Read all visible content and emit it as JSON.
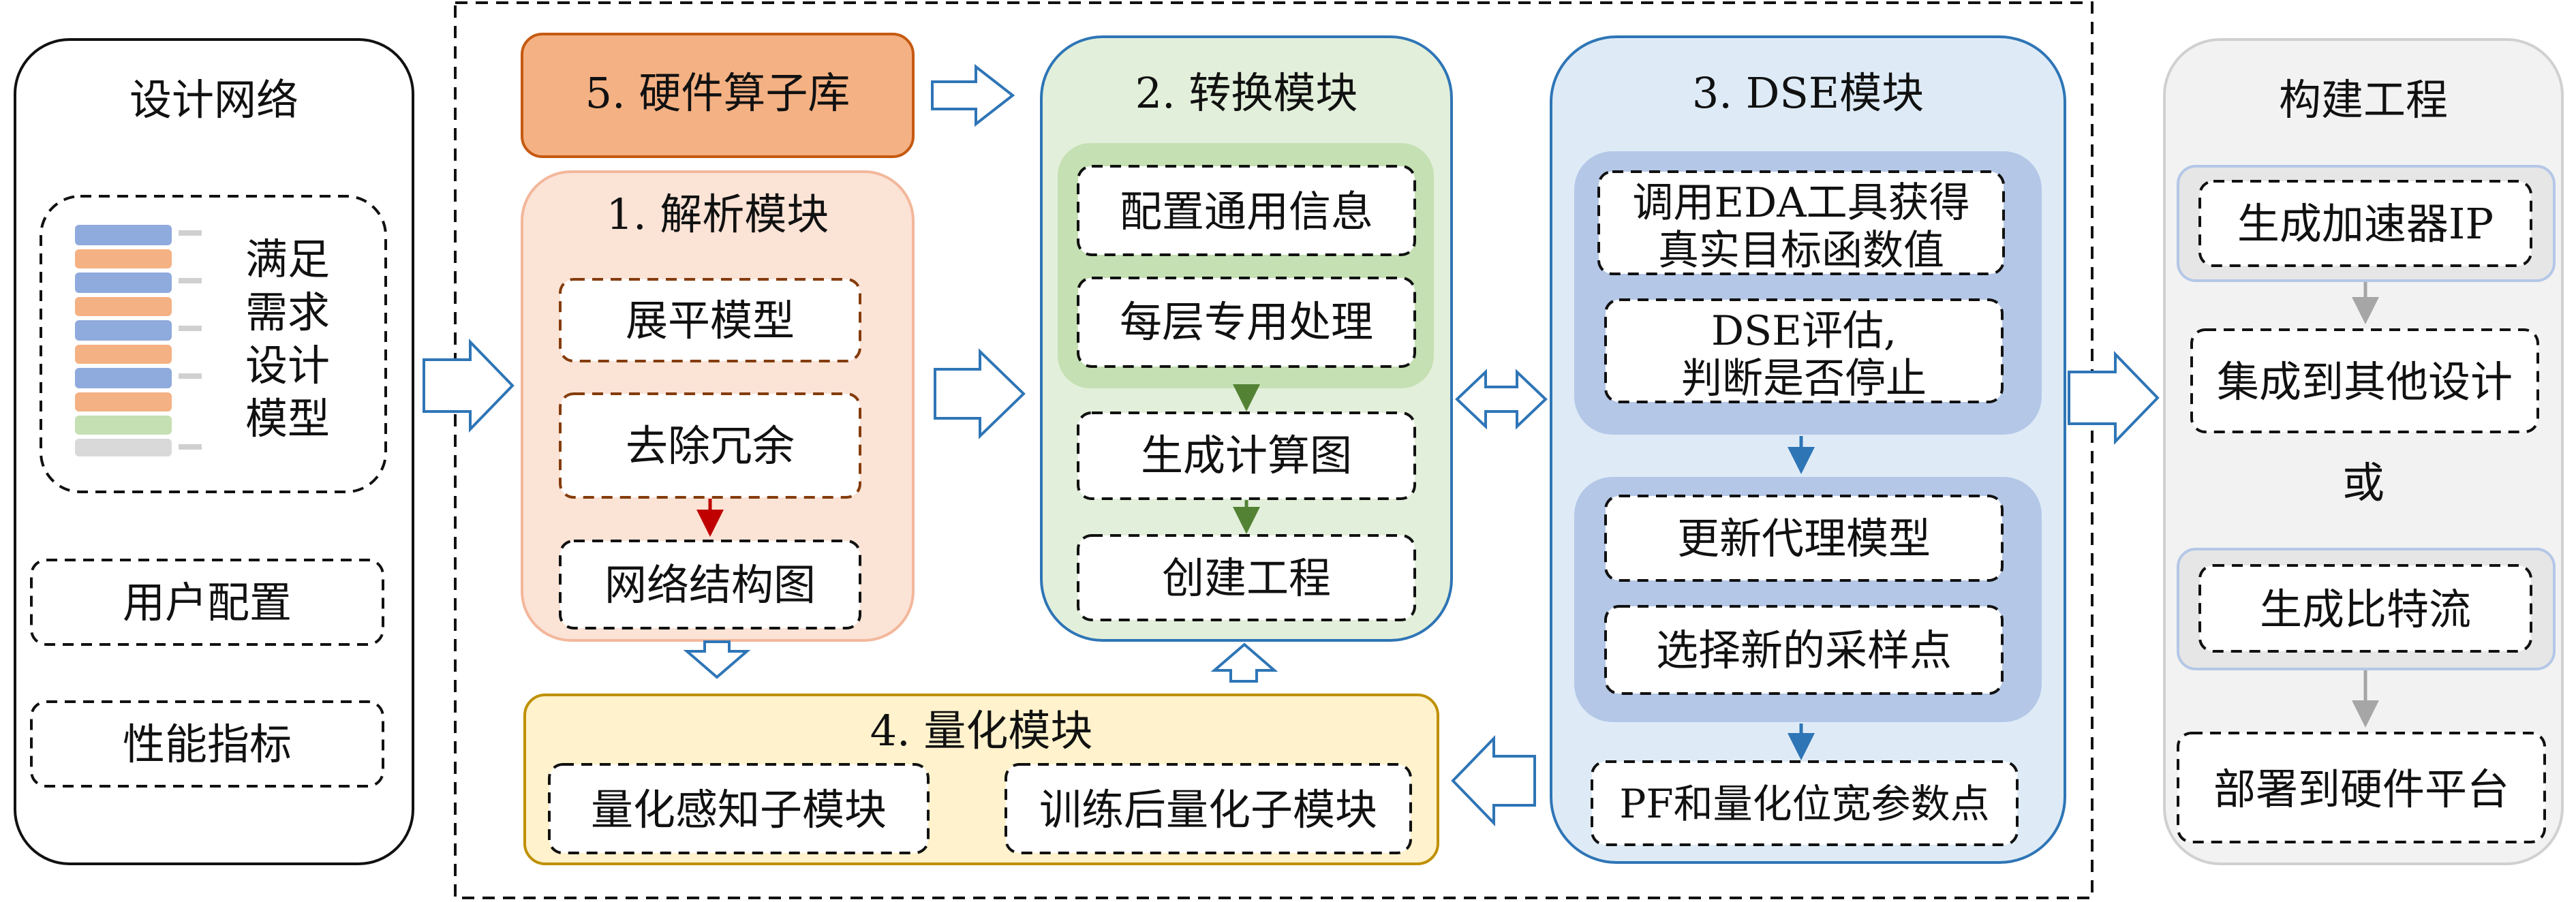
{
  "left_panel": {
    "title": "设计网络",
    "model_lines": [
      "满足",
      "需求",
      "设计",
      "模型"
    ],
    "user_config": "用户配置",
    "perf_metrics": "性能指标"
  },
  "hw_library": {
    "label": "5. 硬件算子库"
  },
  "parse_module": {
    "title": "1. 解析模块",
    "steps": [
      "展平模型",
      "去除冗余",
      "网络结构图"
    ]
  },
  "convert_module": {
    "title": "2. 转换模块",
    "steps": [
      "配置通用信息",
      "每层专用处理",
      "生成计算图",
      "创建工程"
    ]
  },
  "dse_module": {
    "title": "3. DSE模块",
    "eval_lines": [
      "调用EDA工具获得",
      "真实目标函数值"
    ],
    "judge_lines": [
      "DSE评估,",
      "判断是否停止"
    ],
    "update": "更新代理模型",
    "select": "选择新的采样点",
    "result": "PF和量化位宽参数点"
  },
  "quant_module": {
    "title": "4. 量化模块",
    "qat": "量化感知子模块",
    "ptq": "训练后量化子模块"
  },
  "build_panel": {
    "title": "构建工程",
    "gen_ip": "生成加速器IP",
    "integrate": "集成到其他设计",
    "or_label": "或",
    "gen_bitstream": "生成比特流",
    "deploy": "部署到硬件平台"
  },
  "colors": {
    "parse_fill": "#fbe3d6",
    "parse_stroke": "#f3b79b",
    "hw_fill": "#f4b183",
    "hw_stroke": "#c55a11",
    "convert_fill": "#e2efda",
    "convert_inner": "#c5e0b3",
    "convert_stroke": "#2e75b6",
    "dse_fill": "#deebf7",
    "dse_inner": "#b4c7e7",
    "dse_stroke": "#2e75b6",
    "quant_fill": "#fff2cc",
    "quant_stroke": "#bf9000",
    "build_fill": "#f2f2f2",
    "build_inner": "#e7e6e6",
    "arrow_blue": "#2e75b6",
    "arrow_red": "#c00000",
    "arrow_green": "#548235",
    "arrow_gray": "#a6a6a6"
  }
}
